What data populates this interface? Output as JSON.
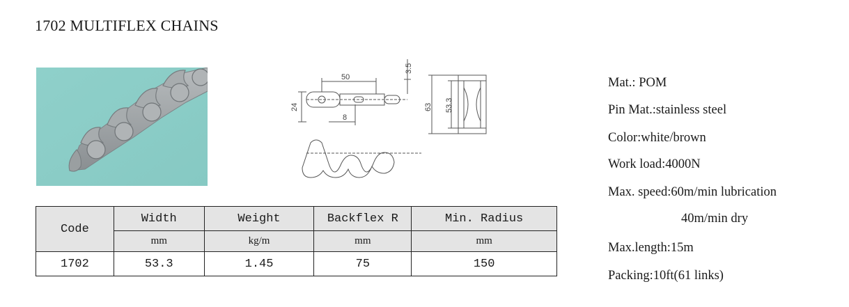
{
  "title": "1702 MULTIFLEX CHAINS",
  "drawing": {
    "dim_50": "50",
    "dim_3_5": "3.5",
    "dim_24": "24",
    "dim_8": "8",
    "dim_63": "63",
    "dim_53_3": "53.3"
  },
  "table": {
    "code_header": "Code",
    "headers": [
      "Width",
      "Weight",
      "Backflex R",
      "Min. Radius"
    ],
    "units": [
      "mm",
      "kg/m",
      "mm",
      "mm"
    ],
    "row": {
      "code": "1702",
      "values": [
        "53.3",
        "1.45",
        "75",
        "150"
      ]
    }
  },
  "properties": {
    "material": "Mat.: POM",
    "pin_material": "Pin Mat.:stainless steel",
    "color": "Color:white/brown",
    "work_load": "Work load:4000N",
    "max_speed": "Max. speed:60m/min  lubrication",
    "speed_dry": "40m/min   dry",
    "max_length": "Max.length:15m",
    "packing": "Packing:10ft(61 links)"
  },
  "colors": {
    "photo_background": "#8ecfc8",
    "chain_gray": "#9ea3a5"
  }
}
